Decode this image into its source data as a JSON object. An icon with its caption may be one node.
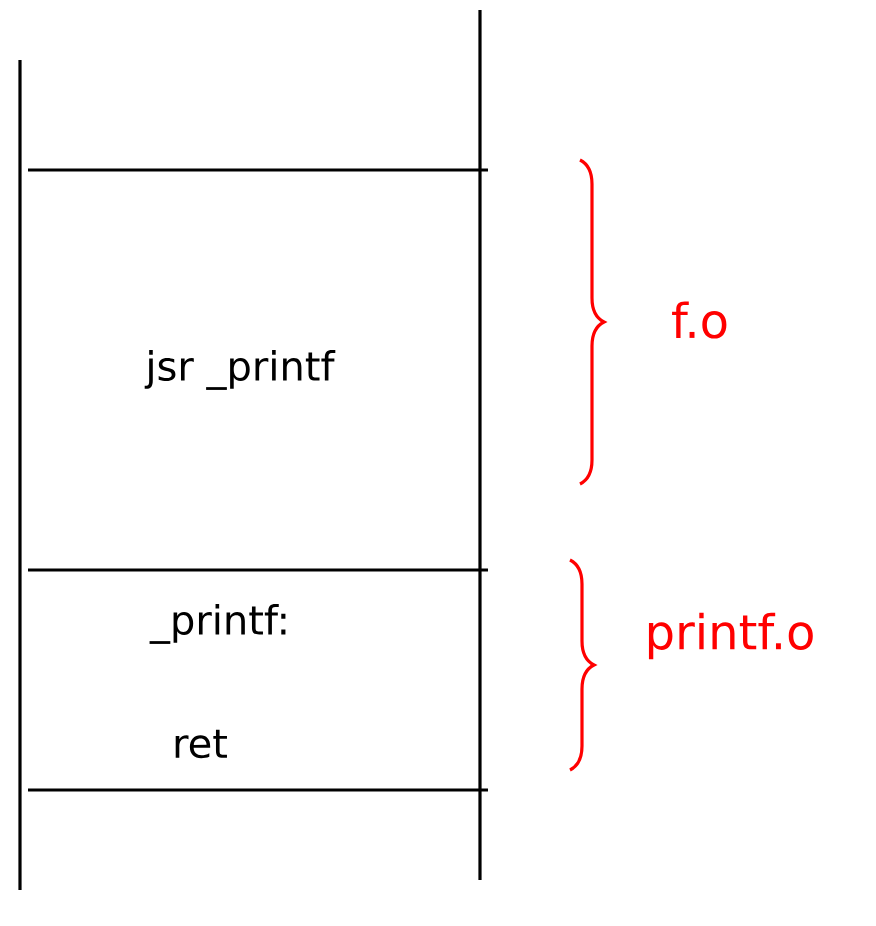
{
  "diagram": {
    "nodes": [
      {
        "text": [
          "jsr _printf"
        ]
      },
      {
        "text": [
          "_printf:",
          "ret"
        ]
      }
    ],
    "labels": [
      "f.o",
      "printf.o"
    ]
  }
}
